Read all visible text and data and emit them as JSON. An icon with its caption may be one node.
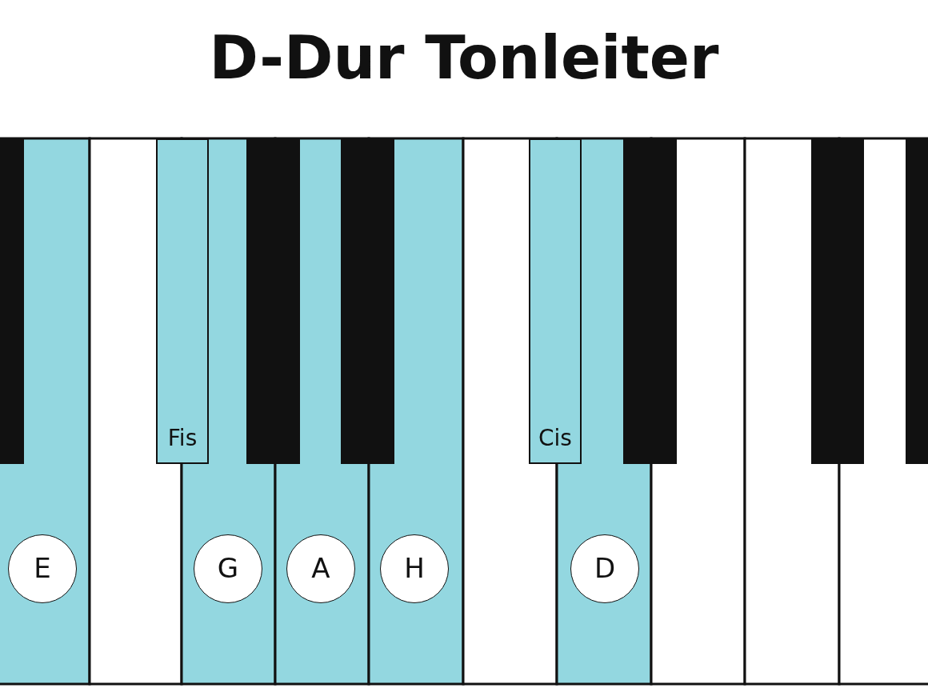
{
  "diagram": {
    "title": "D-Dur Tonleiter",
    "nodes": [
      {
        "text": [
          "Fis"
        ]
      },
      {
        "text": [
          "Cis"
        ]
      },
      {
        "text": [
          "E"
        ]
      },
      {
        "text": [
          "G"
        ]
      },
      {
        "text": [
          "A"
        ]
      },
      {
        "text": [
          "H"
        ]
      },
      {
        "text": [
          "D"
        ]
      }
    ]
  }
}
